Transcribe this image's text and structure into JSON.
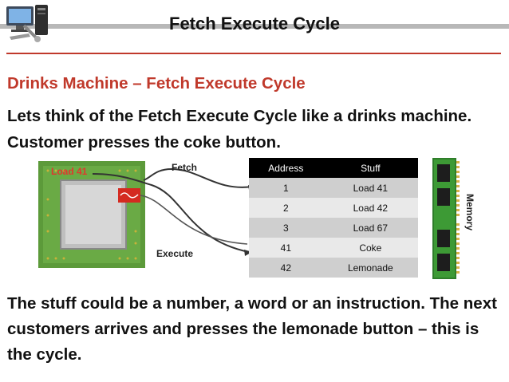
{
  "header": {
    "title": "Fetch Execute Cycle"
  },
  "slide": {
    "subtitle": "Drinks Machine – Fetch Execute Cycle",
    "intro": "Lets think of the Fetch Execute Cycle like a drinks machine. Customer presses the coke button.",
    "conclusion": "The stuff could be a number, a word or an instruction.  The next customers arrives and presses the lemonade button – this is the cycle."
  },
  "diagram": {
    "chip_label": "Load 41",
    "fetch_label": "Fetch",
    "execute_label": "Execute",
    "memory_label": "Memory",
    "table": {
      "headers": [
        "Address",
        "Stuff"
      ],
      "rows": [
        [
          "1",
          "Load 41"
        ],
        [
          "2",
          "Load 42"
        ],
        [
          "3",
          "Load 67"
        ],
        [
          "41",
          "Coke"
        ],
        [
          "42",
          "Lemonade"
        ]
      ]
    }
  },
  "colors": {
    "accent": "#c0392b",
    "table_header": "#000000"
  }
}
